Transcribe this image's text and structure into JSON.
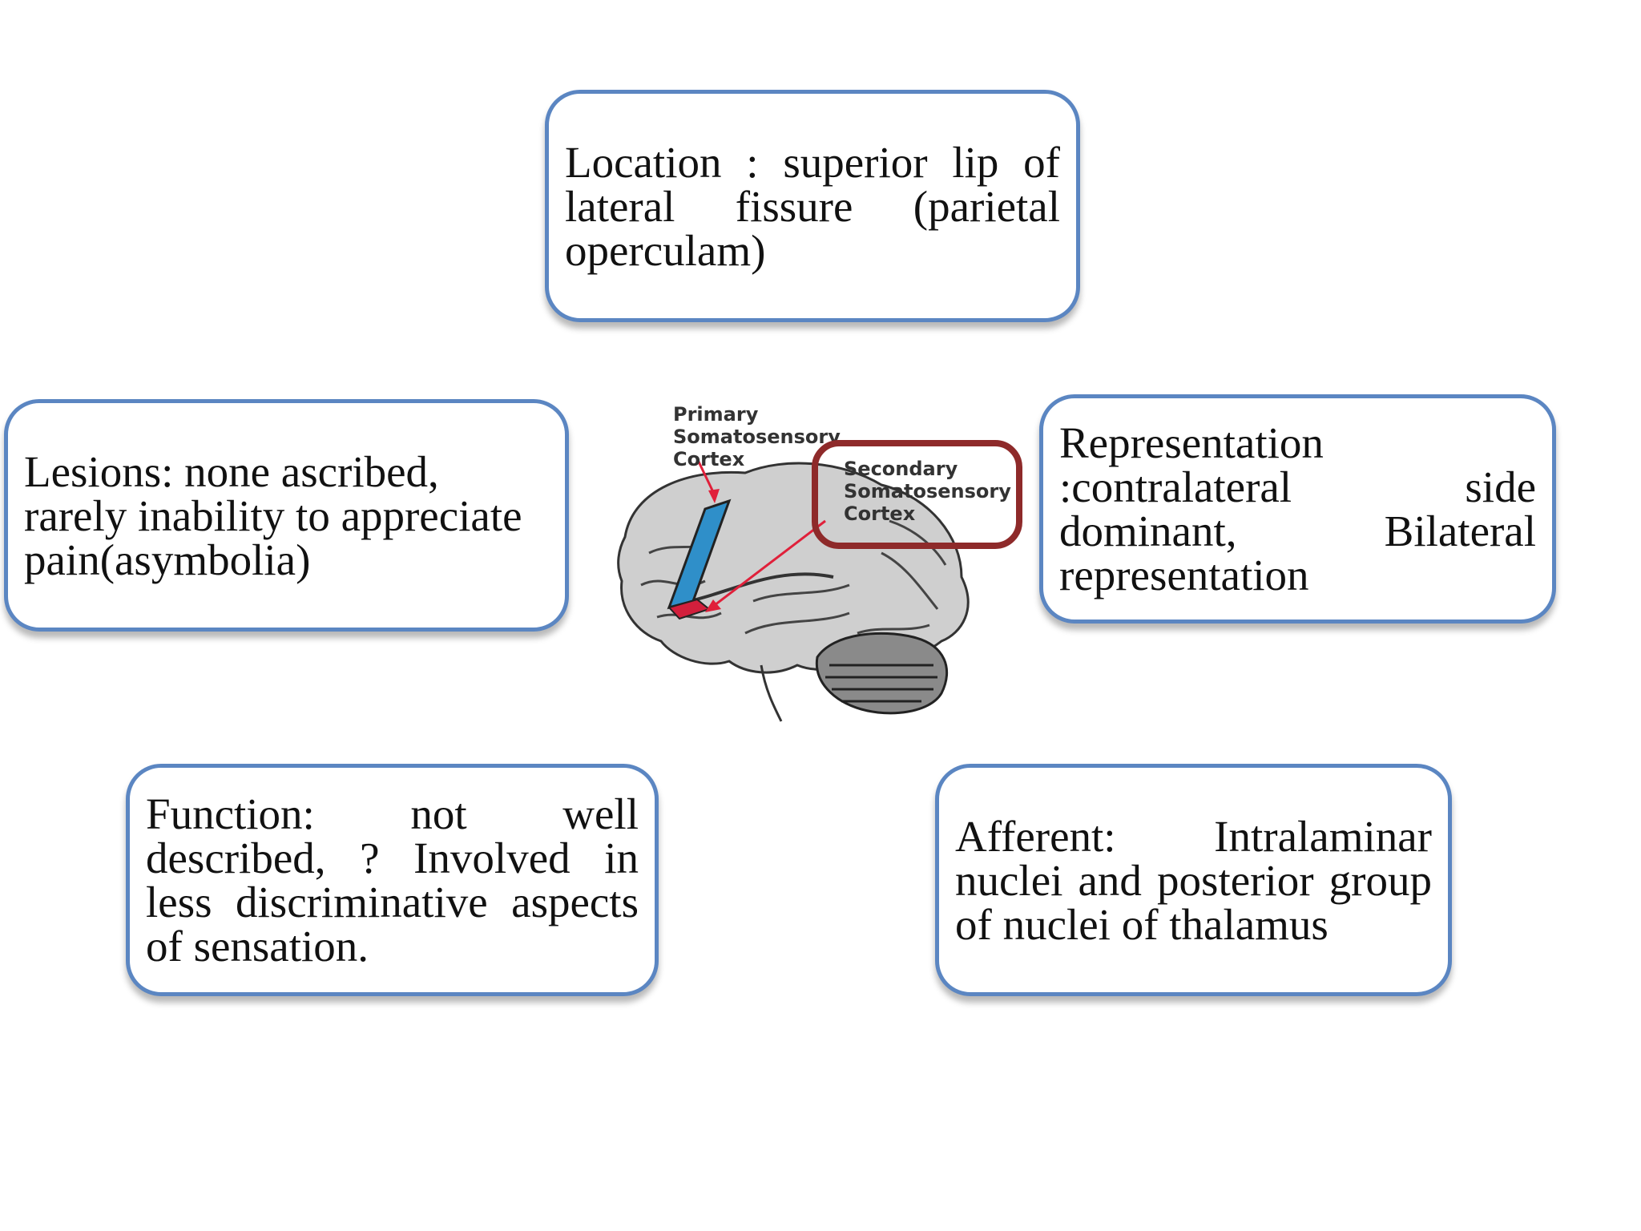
{
  "cards": {
    "location": "Location : superior lip of lateral fissure (parietal operculam)",
    "lesions": "Lesions: none ascribed, rarely inability to appreciate pain(asymbolia)",
    "representation": "Representation :contralateral side dominant, Bilateral representation",
    "function": "Function: not well described, ? Involved in less discriminative aspects of sensation.",
    "afferent": "Afferent: Intralaminar nuclei and posterior group of nuclei of thalamus"
  },
  "figure": {
    "primary_label": [
      "Primary",
      "Somatosensory",
      "Cortex"
    ],
    "secondary_label": [
      "Secondary",
      "Somatosensory",
      "Cortex"
    ],
    "colors": {
      "primary_strip": "#2f8fc9",
      "secondary_area": "#d21f3c",
      "highlight_box": "#8e2a2a",
      "card_border": "#5b86c2",
      "brain_fill": "#cfcfcf"
    }
  }
}
